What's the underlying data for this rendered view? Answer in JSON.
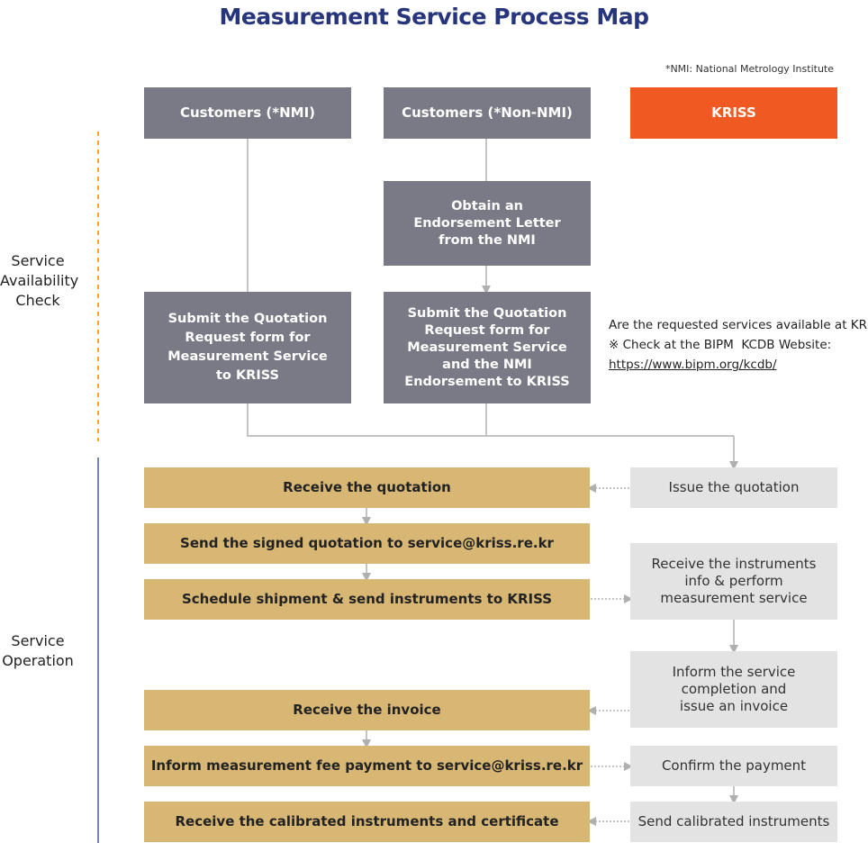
{
  "title": "Measurement Service Process Map",
  "footnote": "*NMI: National Metrology Institute",
  "colors": {
    "title": "#26357c",
    "header_gray": "#797a85",
    "kriss_orange": "#f05a22",
    "customer_step": "#d8b775",
    "kriss_step": "#e3e3e4",
    "phase1_line": "#f5a623",
    "phase2_line": "#7a86a8",
    "connector": "#b0b0b0"
  },
  "headers": {
    "nmi": "Customers (*NMI)",
    "non_nmi": "Customers (*Non-NMI)",
    "kriss": "KRISS"
  },
  "phases": {
    "availability": [
      "Service",
      "Availability",
      "Check"
    ],
    "operation": [
      "Service",
      "Operation"
    ]
  },
  "availability_steps": {
    "endorsement": [
      "Obtain an",
      "Endorsement Letter",
      "from the NMI"
    ],
    "submit_nmi": [
      "Submit the Quotation",
      "Request form for",
      "Measurement Service",
      "to KRISS"
    ],
    "submit_non_nmi": [
      "Submit the Quotation",
      "Request form for",
      "Measurement Service",
      "and the NMI",
      "Endorsement to KRISS"
    ]
  },
  "availability_info": {
    "question": "Are the requested services available at KRISS?",
    "check": "※ Check at the BIPM  KCDB Website:",
    "link": "https://www.bipm.org/kcdb/"
  },
  "customer_steps": {
    "receive_quotation": "Receive the quotation",
    "send_signed": "Send the signed quotation to service@kriss.re.kr",
    "schedule_shipment": "Schedule shipment & send instruments to KRISS",
    "receive_invoice": "Receive the invoice",
    "inform_payment": "Inform measurement fee payment to service@kriss.re.kr",
    "receive_calibrated": "Receive the calibrated instruments and certificate"
  },
  "kriss_steps": {
    "issue_quotation": "Issue the quotation",
    "receive_instruments": [
      "Receive the instruments",
      "info & perform",
      "measurement service"
    ],
    "inform_completion": [
      "Inform the service",
      "completion and",
      "issue an invoice"
    ],
    "confirm_payment": "Confirm the payment",
    "send_instruments": "Send calibrated instruments"
  }
}
